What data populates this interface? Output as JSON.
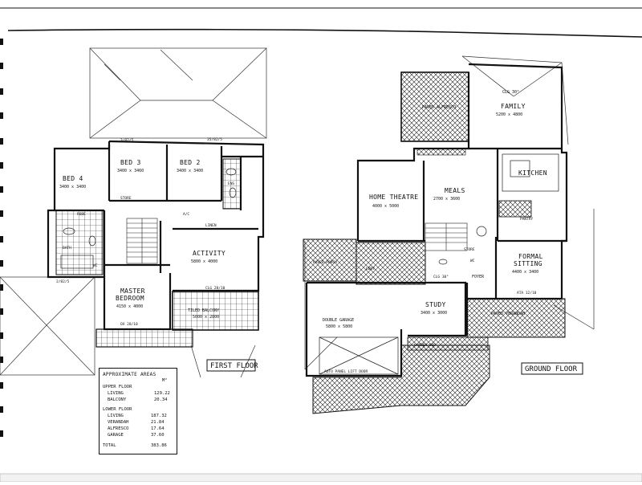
{
  "first_floor": {
    "title": "FIRST FLOOR",
    "rooms": {
      "bed4": {
        "name": "BED 4",
        "size": "3400 x 3400"
      },
      "bed3": {
        "name": "BED 3",
        "size": "3400 x 3460"
      },
      "bed2": {
        "name": "BED 2",
        "size": "3400 x 3400"
      },
      "activity": {
        "name": "ACTIVITY",
        "size": "5800 x 4000"
      },
      "master": {
        "name": "MASTER",
        "name2": "BEDROOM",
        "size": "4150 x 4000"
      },
      "balcony": {
        "name": "TILED BALCONY",
        "size": "5000 x 2800"
      }
    },
    "notes": {
      "robe": "ROBE",
      "store": "STORE",
      "ac": "A/C",
      "linen": "LINEN",
      "bath": "BATH",
      "wc": "WC",
      "ens": "ENS",
      "dims1": "3/82/5",
      "dims2": "35/82/5",
      "dims3": "2/82/5",
      "clg": "CLG 28/10",
      "ox": "OX 28/10"
    }
  },
  "ground_floor": {
    "title": "GROUND FLOOR",
    "rooms": {
      "alfresco": {
        "name": "PAVED ALFRESCO"
      },
      "family": {
        "name": "FAMILY",
        "size": "5200 x 4800",
        "ceiling": "CLG 30°"
      },
      "kitchen": {
        "name": "KITCHEN"
      },
      "meals": {
        "name": "MEALS",
        "size": "2700 x 3600"
      },
      "theatre": {
        "name": "HOME THEATRE",
        "size": "4000 x 5000"
      },
      "formal": {
        "name": "FORMAL",
        "name2": "SITTING",
        "size": "4400 x 3400"
      },
      "study": {
        "name": "STUDY",
        "size": "3400 x 3000"
      },
      "garage": {
        "name": "DOUBLE GARAGE",
        "size": "5800 x 5800"
      },
      "foyer": {
        "name": "FOYER"
      },
      "veranda": {
        "name": "PAVED VERANDAH"
      },
      "porch": {
        "name": "PAVED PORCH"
      },
      "garden": {
        "name": "GARDEN BED"
      },
      "pantry": {
        "name": "PANTRY"
      }
    },
    "notes": {
      "store": "STORE",
      "wc": "WC",
      "ldry": "LDRY",
      "clg": "CLG 30°",
      "ata": "ATA 12/10",
      "door": "AUTO PANEL LIFT DOOR"
    }
  },
  "areas": {
    "heading": "APPROXIMATE AREAS",
    "unit": "M²",
    "upper_floor": {
      "label": "UPPER FLOOR"
    },
    "upper": [
      {
        "label": "LIVING",
        "value": "129.22"
      },
      {
        "label": "BALCONY",
        "value": "20.34"
      }
    ],
    "lower_floor": {
      "label": "LOWER FLOOR"
    },
    "lower": [
      {
        "label": "LIVING",
        "value": "187.32"
      },
      {
        "label": "VERANDAH",
        "value": "21.84"
      },
      {
        "label": "ALFRESCO",
        "value": "17.64"
      },
      {
        "label": "GARAGE",
        "value": "37.60"
      }
    ],
    "total": {
      "label": "TOTAL",
      "value": "383.86"
    }
  }
}
